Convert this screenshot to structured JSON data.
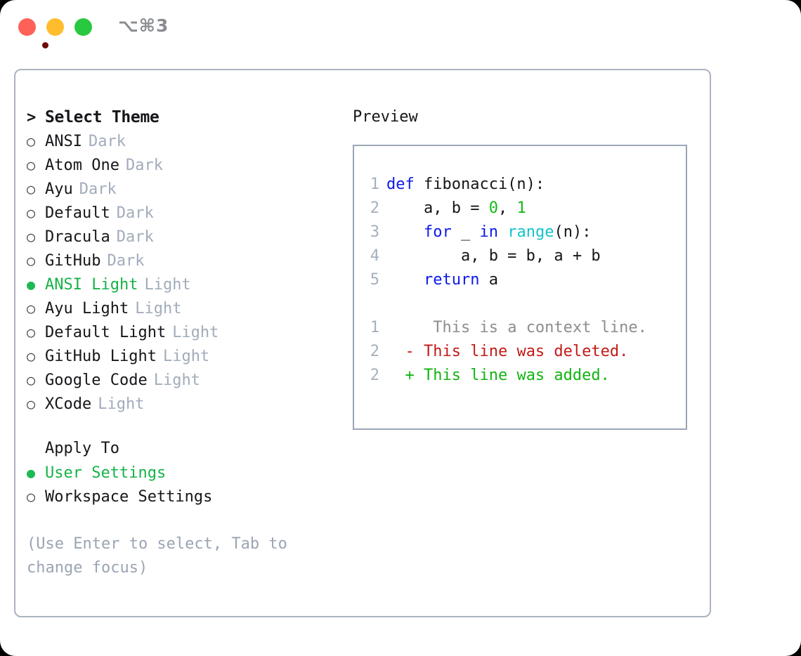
{
  "window": {
    "title": "⌥⌘3",
    "buttons": [
      {
        "name": "close",
        "color": "#ff6058"
      },
      {
        "name": "minimize",
        "color": "#ffbd2e"
      },
      {
        "name": "maximize",
        "color": "#28c940"
      }
    ]
  },
  "theme_picker": {
    "header": "> Select Theme",
    "marker": ">",
    "bullet_off": "○",
    "bullet_on": "●",
    "items": [
      {
        "name": "ANSI",
        "variant": "Dark",
        "selected": false
      },
      {
        "name": "Atom One",
        "variant": "Dark",
        "selected": false
      },
      {
        "name": "Ayu",
        "variant": "Dark",
        "selected": false
      },
      {
        "name": "Default",
        "variant": "Dark",
        "selected": false
      },
      {
        "name": "Dracula",
        "variant": "Dark",
        "selected": false
      },
      {
        "name": "GitHub",
        "variant": "Dark",
        "selected": false
      },
      {
        "name": "ANSI Light",
        "variant": "Light",
        "selected": true
      },
      {
        "name": "Ayu Light",
        "variant": "Light",
        "selected": false
      },
      {
        "name": "Default Light",
        "variant": "Light",
        "selected": false
      },
      {
        "name": "GitHub Light",
        "variant": "Light",
        "selected": false
      },
      {
        "name": "Google Code",
        "variant": "Light",
        "selected": false
      },
      {
        "name": "XCode",
        "variant": "Light",
        "selected": false
      }
    ]
  },
  "apply_to": {
    "title": "Apply To",
    "options": [
      {
        "label": "User Settings",
        "selected": true
      },
      {
        "label": "Workspace Settings",
        "selected": false
      }
    ]
  },
  "hint": "(Use Enter to select, Tab to change focus)",
  "preview": {
    "title": "Preview",
    "code_lines": [
      {
        "n": "1",
        "tokens": [
          {
            "t": "def ",
            "c": "kw"
          },
          {
            "t": "fibonacci(n):",
            "c": "txt"
          }
        ]
      },
      {
        "n": "2",
        "tokens": [
          {
            "t": "    a, b = ",
            "c": "txt"
          },
          {
            "t": "0",
            "c": "num"
          },
          {
            "t": ", ",
            "c": "txt"
          },
          {
            "t": "1",
            "c": "num"
          }
        ]
      },
      {
        "n": "3",
        "tokens": [
          {
            "t": "    ",
            "c": "txt"
          },
          {
            "t": "for",
            "c": "kw"
          },
          {
            "t": " _ ",
            "c": "txt"
          },
          {
            "t": "in",
            "c": "kw"
          },
          {
            "t": " ",
            "c": "txt"
          },
          {
            "t": "range",
            "c": "fn"
          },
          {
            "t": "(n):",
            "c": "txt"
          }
        ]
      },
      {
        "n": "4",
        "tokens": [
          {
            "t": "        a, b = b, a + b",
            "c": "txt"
          }
        ]
      },
      {
        "n": "5",
        "tokens": [
          {
            "t": "    ",
            "c": "txt"
          },
          {
            "t": "return",
            "c": "kw"
          },
          {
            "t": " a",
            "c": "txt"
          }
        ]
      }
    ],
    "diff_lines": [
      {
        "n": "1",
        "marker": " ",
        "text": "  This is a context line.",
        "kind": "ctx"
      },
      {
        "n": "2",
        "marker": "-",
        "text": " This line was deleted.",
        "kind": "del"
      },
      {
        "n": "2",
        "marker": "+",
        "text": " This line was added.",
        "kind": "add"
      }
    ]
  },
  "colors": {
    "accent_green": "#16b347",
    "bullet_green": "#1db954",
    "muted": "#a2acbb",
    "border": "#aab3c0",
    "code_border": "#9aa6b6",
    "keyword": "#0d19e8",
    "function": "#14c3cc",
    "number": "#13b913",
    "deleted": "#c31a15",
    "added": "#11b411"
  }
}
